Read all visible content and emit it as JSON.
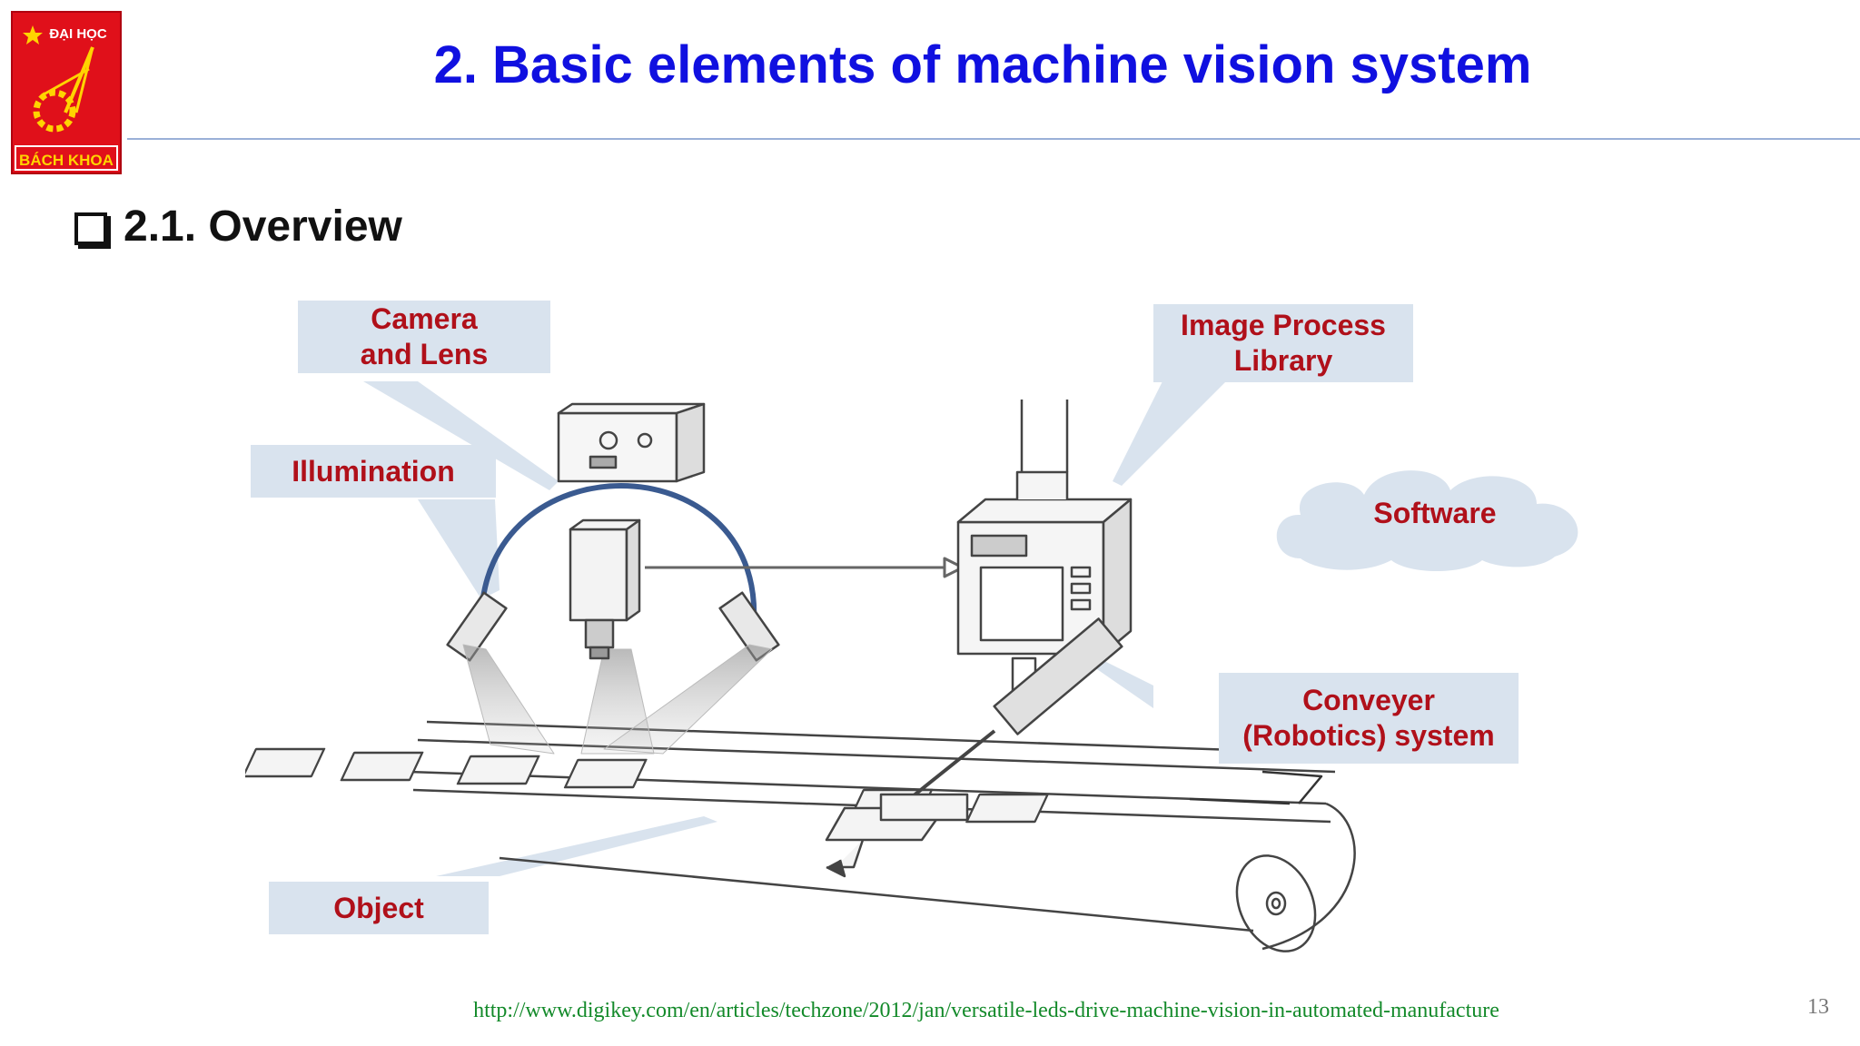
{
  "header": {
    "logo_text_top": "ĐẠI HỌC",
    "logo_text_bottom": "BÁCH KHOA",
    "title": "2. Basic elements of machine vision system"
  },
  "section": {
    "heading": "2.1. Overview"
  },
  "diagram": {
    "callouts": {
      "camera": "Camera\nand Lens",
      "illumination": "Illumination",
      "image_process": "Image Process\nLibrary",
      "software": "Software",
      "conveyer": "Conveyer\n(Robotics) system",
      "object": "Object"
    }
  },
  "footer": {
    "source_url": "http://www.digikey.com/en/articles/techzone/2012/jan/versatile-leds-drive-machine-vision-in-automated-manufacture",
    "page_number": "13"
  },
  "colors": {
    "title": "#1010e0",
    "callout_text": "#b0101a",
    "callout_bg": "#d9e3ee",
    "source_text": "#138a2a",
    "logo_red": "#e0101a",
    "logo_yellow": "#ffd400"
  }
}
